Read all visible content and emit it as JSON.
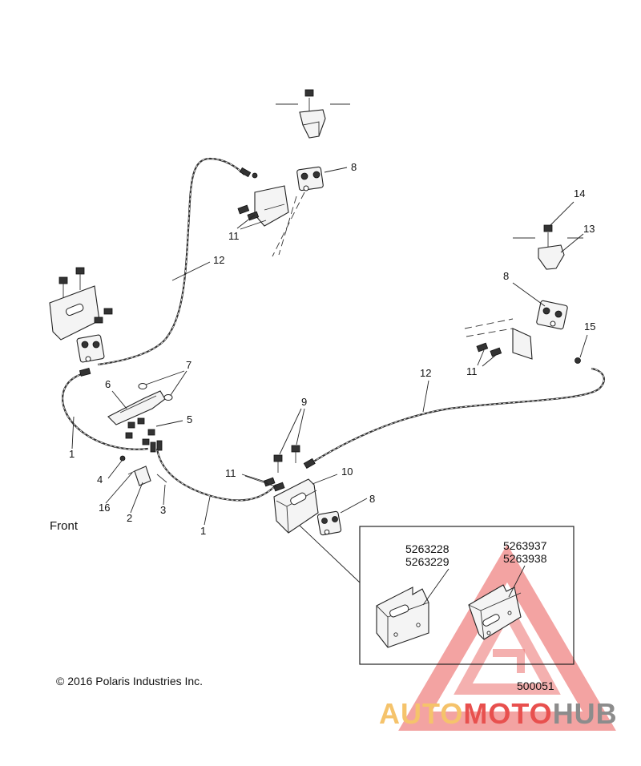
{
  "callouts": [
    {
      "id": "c8a",
      "label": "8"
    },
    {
      "id": "c11a",
      "label": "11"
    },
    {
      "id": "c12a",
      "label": "12"
    },
    {
      "id": "c14",
      "label": "14"
    },
    {
      "id": "c13",
      "label": "13"
    },
    {
      "id": "c8b",
      "label": "8"
    },
    {
      "id": "c15",
      "label": "15"
    },
    {
      "id": "c11b",
      "label": "11"
    },
    {
      "id": "c12b",
      "label": "12"
    },
    {
      "id": "c7",
      "label": "7"
    },
    {
      "id": "c6",
      "label": "6"
    },
    {
      "id": "c5",
      "label": "5"
    },
    {
      "id": "c9",
      "label": "9"
    },
    {
      "id": "c1a",
      "label": "1"
    },
    {
      "id": "c4",
      "label": "4"
    },
    {
      "id": "c11c",
      "label": "11"
    },
    {
      "id": "c10",
      "label": "10"
    },
    {
      "id": "c16",
      "label": "16"
    },
    {
      "id": "c2",
      "label": "2"
    },
    {
      "id": "c3",
      "label": "3"
    },
    {
      "id": "c8c",
      "label": "8"
    },
    {
      "id": "c1b",
      "label": "1"
    }
  ],
  "inset": {
    "left_part_numbers": [
      "5263228",
      "5263229"
    ],
    "right_part_numbers": [
      "5263937",
      "5263938"
    ]
  },
  "front_label": "Front",
  "copyright": "© 2016 Polaris Industries Inc.",
  "figure_number": "500051",
  "watermark": {
    "word_part1": "AUTO",
    "word_part2": "MOTO",
    "word_part3": "HUB",
    "color_auto": "#f5c36b",
    "color_moto": "#e8504e",
    "color_hub": "#8c8c8c"
  }
}
